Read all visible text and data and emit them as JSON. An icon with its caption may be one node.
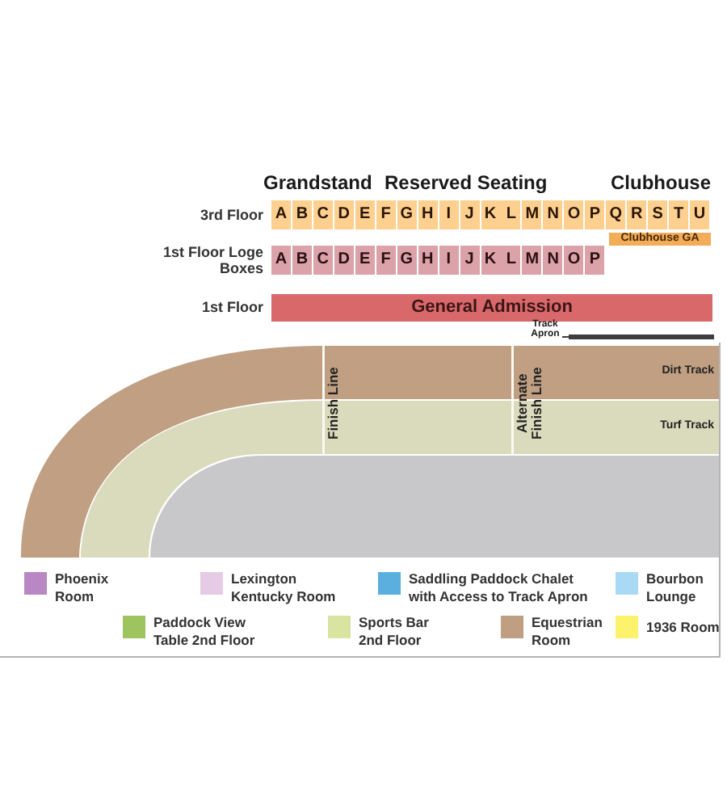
{
  "diagram": {
    "nodes": [
      {
        "text": [
          "A"
        ]
      },
      {
        "text": [
          "B"
        ]
      },
      {
        "text": [
          "C"
        ]
      },
      {
        "text": [
          "D"
        ]
      },
      {
        "text": [
          "E"
        ]
      },
      {
        "text": [
          "F"
        ]
      },
      {
        "text": [
          "G"
        ]
      },
      {
        "text": [
          "H"
        ]
      },
      {
        "text": [
          "I"
        ]
      },
      {
        "text": [
          "J"
        ]
      },
      {
        "text": [
          "K"
        ]
      },
      {
        "text": [
          "L"
        ]
      },
      {
        "text": [
          "M"
        ]
      },
      {
        "text": [
          "N"
        ]
      },
      {
        "text": [
          "O"
        ]
      },
      {
        "text": [
          "P"
        ]
      },
      {
        "text": [
          "Q"
        ]
      },
      {
        "text": [
          "R"
        ]
      },
      {
        "text": [
          "S"
        ]
      },
      {
        "text": [
          "T"
        ]
      },
      {
        "text": [
          "U"
        ]
      },
      {
        "text": [
          "Clubhouse GA"
        ]
      },
      {
        "text": [
          "A"
        ]
      },
      {
        "text": [
          "B"
        ]
      },
      {
        "text": [
          "C"
        ]
      },
      {
        "text": [
          "D"
        ]
      },
      {
        "text": [
          "E"
        ]
      },
      {
        "text": [
          "F"
        ]
      },
      {
        "text": [
          "G"
        ]
      },
      {
        "text": [
          "H"
        ]
      },
      {
        "text": [
          "I"
        ]
      },
      {
        "text": [
          "J"
        ]
      },
      {
        "text": [
          "K"
        ]
      },
      {
        "text": [
          "L"
        ]
      },
      {
        "text": [
          "M"
        ]
      },
      {
        "text": [
          "N"
        ]
      },
      {
        "text": [
          "O"
        ]
      },
      {
        "text": [
          "P"
        ]
      },
      {
        "text": [
          "General Admission"
        ]
      },
      {
        "text": [
          "Track Apron"
        ]
      },
      {
        "text": [],
        "shape": "bar"
      },
      {
        "text": [
          "Dirt Track"
        ]
      },
      {
        "text": [
          "Turf Track"
        ]
      },
      {
        "text": [],
        "shape": "box"
      }
    ],
    "edges": [
      {
        "from": 39,
        "to": 40,
        "arrow": "none"
      }
    ],
    "labels": [
      "Grandstand",
      "Reserved Seating",
      "Clubhouse",
      "3rd Floor",
      "1st Floor Loge Boxes",
      "1st Floor",
      "Finish Line",
      "Alternate Finish Line"
    ],
    "legend": [
      {
        "text": "Phoenix Room",
        "color": "#b887c4"
      },
      {
        "text": "Lexington Kentucky Room",
        "color": "#e6cbe6"
      },
      {
        "text": "Saddling Paddock Chalet with Access to Track Apron",
        "color": "#5aafdf"
      },
      {
        "text": "Bourbon Lounge",
        "color": "#aad9f5"
      },
      {
        "text": "Paddock View Table 2nd Floor",
        "color": "#9dc45f"
      },
      {
        "text": "Sports Bar 2nd Floor",
        "color": "#d8e4a0"
      },
      {
        "text": "Equestrian Room",
        "color": "#bf9e82"
      },
      {
        "text": "1936 Room",
        "color": "#fcf26b"
      }
    ]
  }
}
